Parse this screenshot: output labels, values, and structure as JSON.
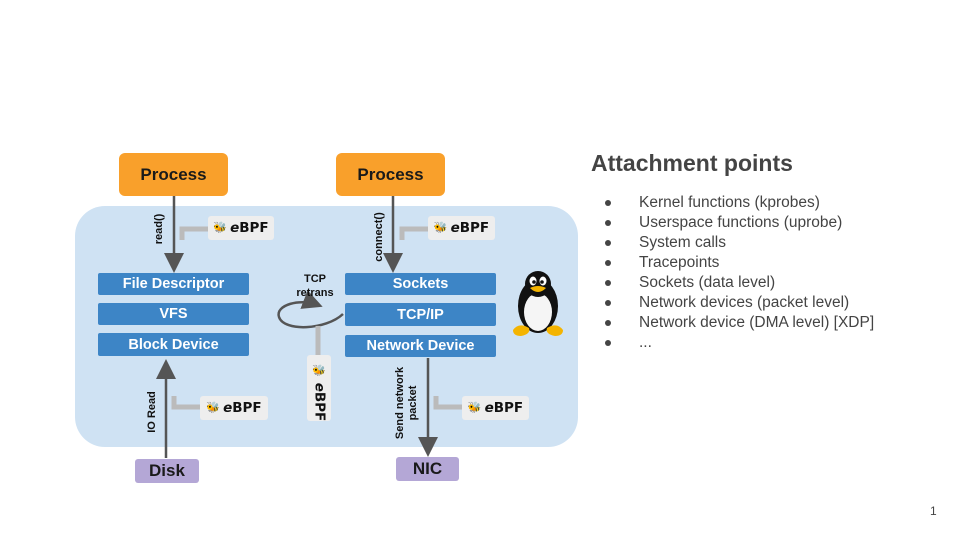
{
  "diagram": {
    "left_process": "Process",
    "right_process": "Process",
    "read_label": "read()",
    "connect_label": "connect()",
    "left_layers": [
      "File Descriptor",
      "VFS",
      "Block Device"
    ],
    "right_layers": [
      "Sockets",
      "TCP/IP",
      "Network Device"
    ],
    "tcp_retrans": "TCP retrans",
    "io_read": "IO Read",
    "send_packet_line1": "Send network",
    "send_packet_line2": "packet",
    "disk": "Disk",
    "nic": "NIC",
    "ebpf_logo": "eBPF",
    "colors": {
      "process": "#f9a02b",
      "layer": "#3d85c6",
      "kernel_background": "#cfe2f3",
      "hardware": "#b4a7d6"
    }
  },
  "slide": {
    "title": "Attachment points",
    "bullets": [
      "Kernel functions (kprobes)",
      "Userspace functions (uprobe)",
      "System calls",
      "Tracepoints",
      "Sockets (data level)",
      "Network devices (packet level)",
      "Network device (DMA level) [XDP]",
      "..."
    ],
    "page_number": "1"
  }
}
